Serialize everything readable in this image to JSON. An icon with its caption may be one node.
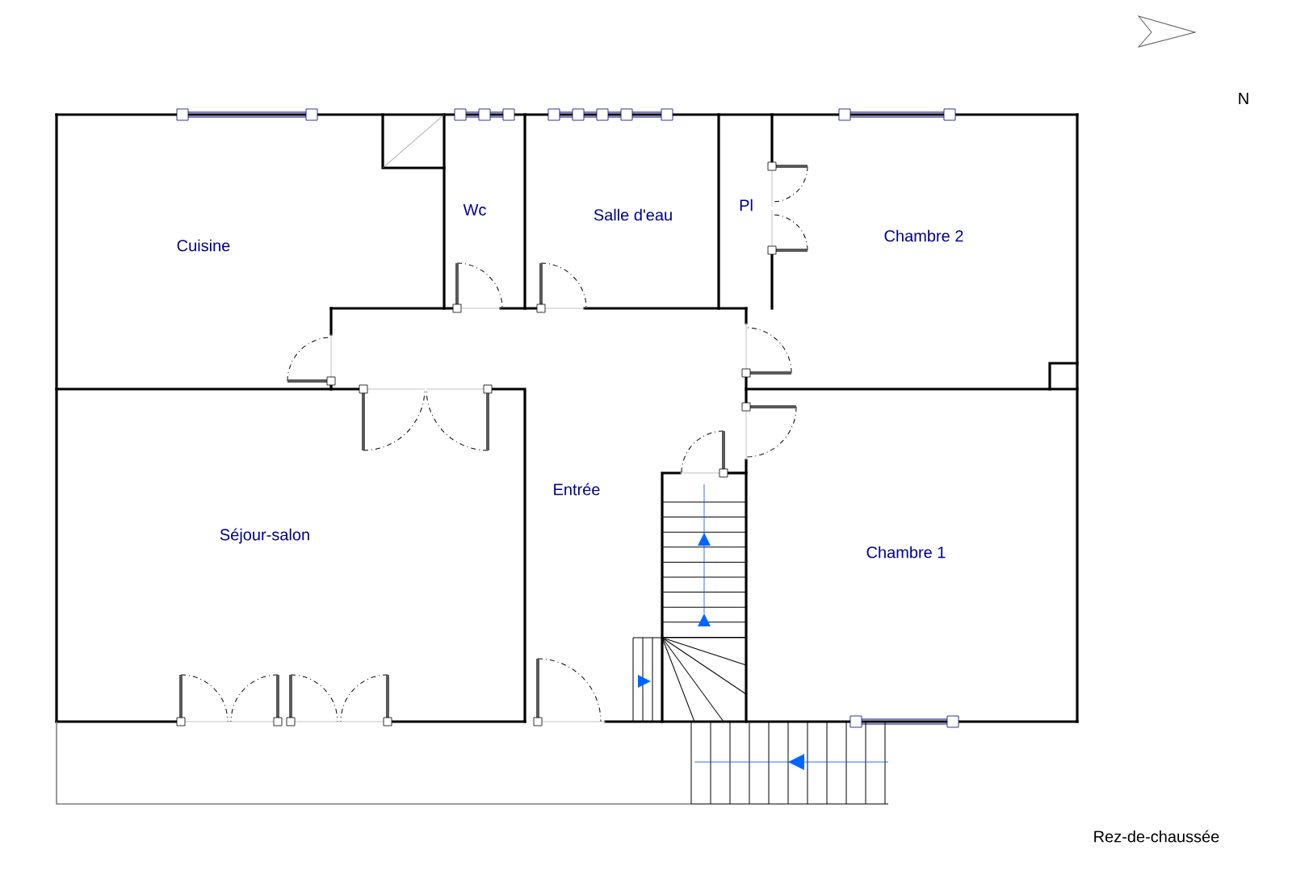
{
  "diagram": {
    "caption": "Rez-de-chaussée",
    "labels": [
      "N",
      "Cuisine",
      "Wc",
      "Salle d'eau",
      "Pl",
      "Chambre 2",
      "Entrée",
      "Séjour-salon",
      "Chambre 1"
    ]
  }
}
